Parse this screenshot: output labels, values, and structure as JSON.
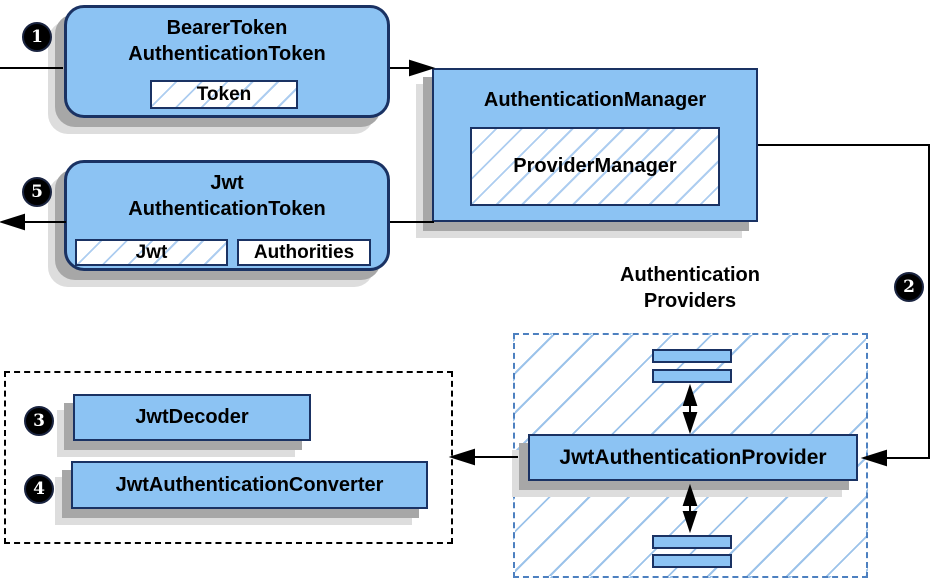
{
  "badges": {
    "step1": "1",
    "step2": "2",
    "step3": "3",
    "step4": "4",
    "step5": "5"
  },
  "nodes": {
    "bearer_token": {
      "line1": "BearerToken",
      "line2": "AuthenticationToken",
      "inner": "Token"
    },
    "authentication_manager": {
      "title": "AuthenticationManager",
      "inner": "ProviderManager"
    },
    "jwt_authentication_token": {
      "line1": "Jwt",
      "line2": "AuthenticationToken",
      "inner_jwt": "Jwt",
      "inner_authorities": "Authorities"
    },
    "jwt_decoder": {
      "label": "JwtDecoder"
    },
    "jwt_authentication_converter": {
      "label": "JwtAuthenticationConverter"
    },
    "jwt_authentication_provider": {
      "label": "JwtAuthenticationProvider"
    }
  },
  "groups": {
    "authentication_providers": {
      "line1": "Authentication",
      "line2": "Providers"
    }
  },
  "colors": {
    "node_fill": "#8cc3f3",
    "node_border": "#1a3263",
    "hatch_line": "#adcdf0",
    "providers_hatch": "#9cc3ea",
    "dashed_blue": "#4d80c0",
    "arrow": "#000000",
    "badge_bg": "#000000",
    "badge_text": "#ffffff",
    "shadow_dark": "#a7a7a7",
    "shadow_light": "#dddddd"
  }
}
